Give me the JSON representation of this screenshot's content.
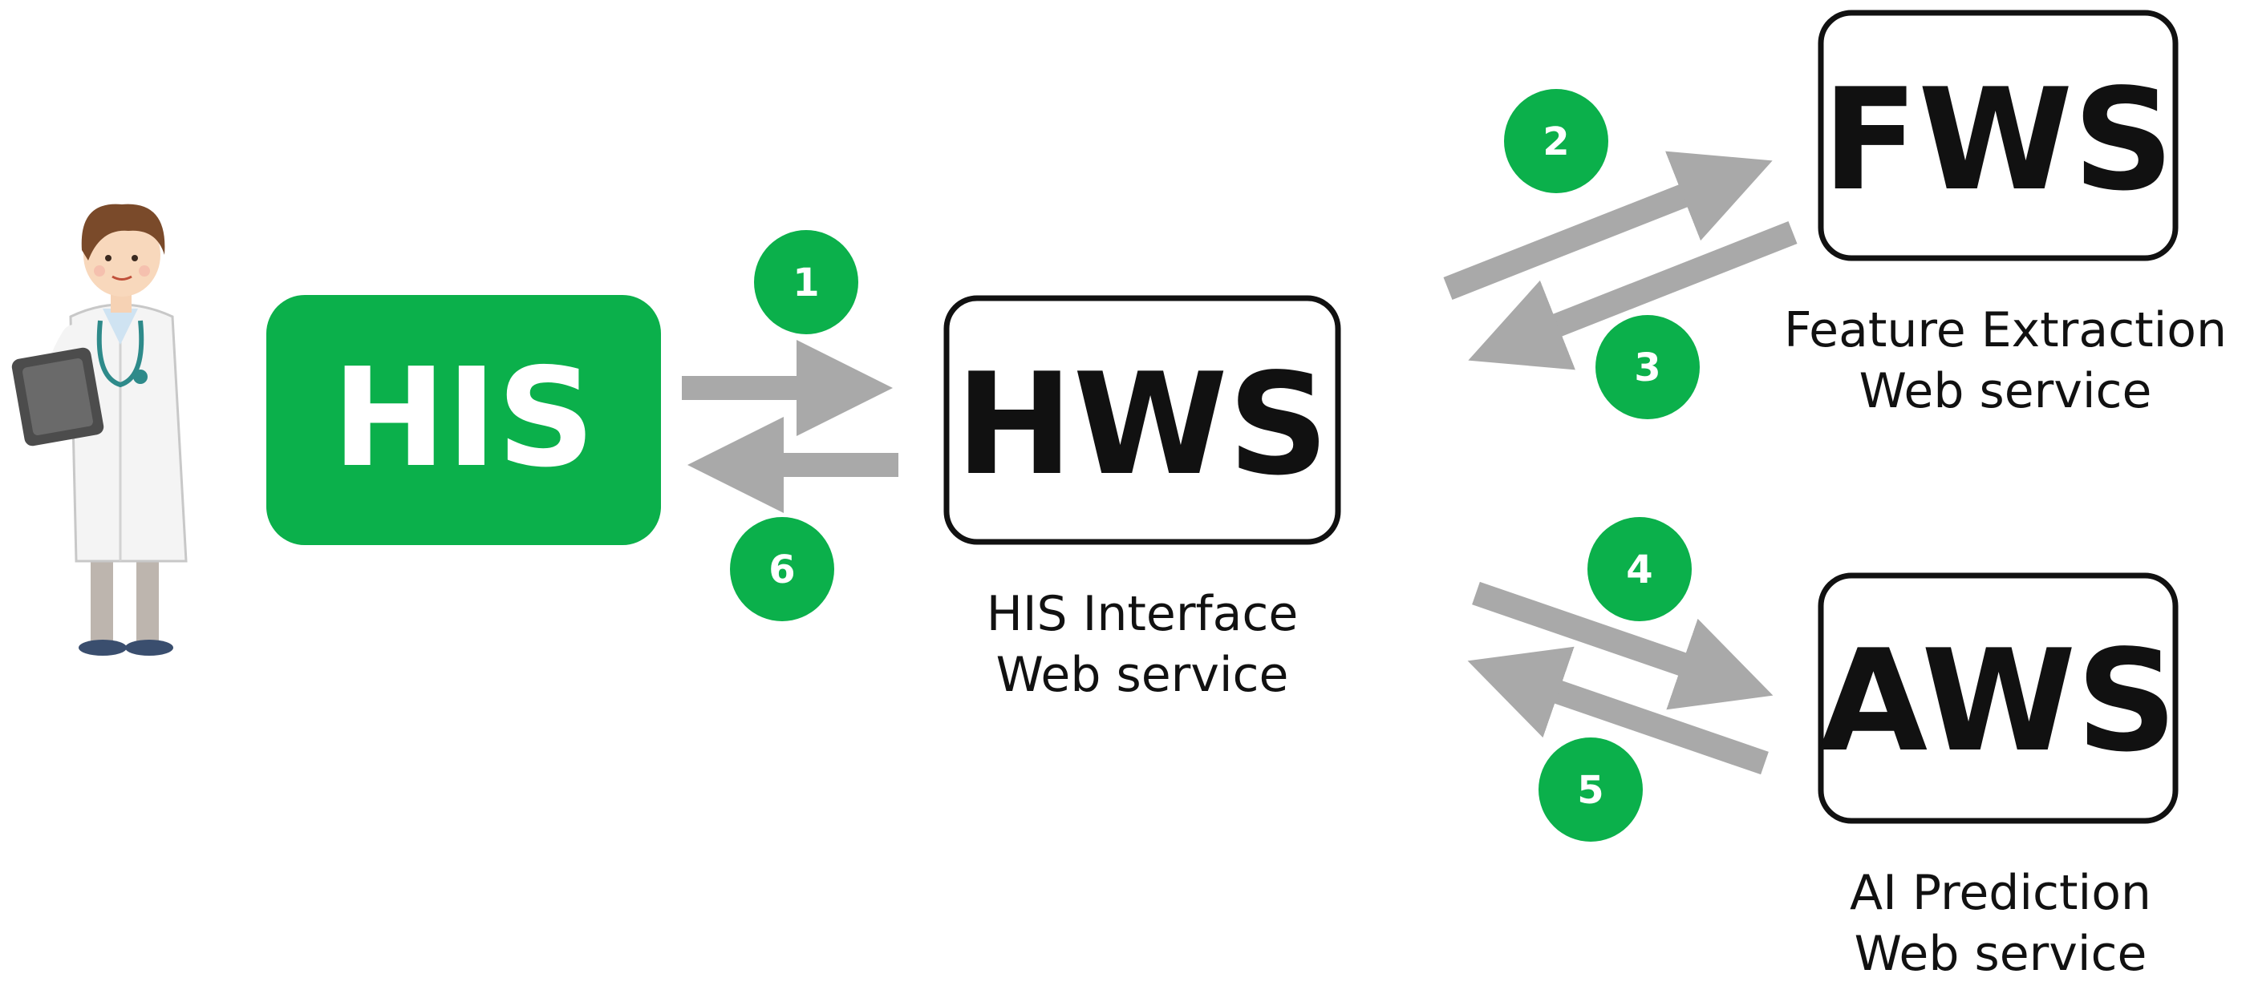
{
  "nodes": {
    "his": {
      "label": "HIS",
      "fill": "#0BB04B"
    },
    "hws": {
      "label": "HWS",
      "caption_line1": "HIS Interface",
      "caption_line2": "Web service"
    },
    "fws": {
      "label": "FWS",
      "caption_line1": "Feature Extraction",
      "caption_line2": "Web service"
    },
    "aws": {
      "label": "AWS",
      "caption_line1": "AI Prediction",
      "caption_line2": "Web service"
    }
  },
  "steps": [
    "1",
    "2",
    "3",
    "4",
    "5",
    "6"
  ],
  "colors": {
    "accent_green": "#0BB04B",
    "arrow_gray": "#A9A9A9",
    "box_border": "#111111"
  },
  "icons": {
    "user": "doctor-with-clipboard-icon"
  }
}
